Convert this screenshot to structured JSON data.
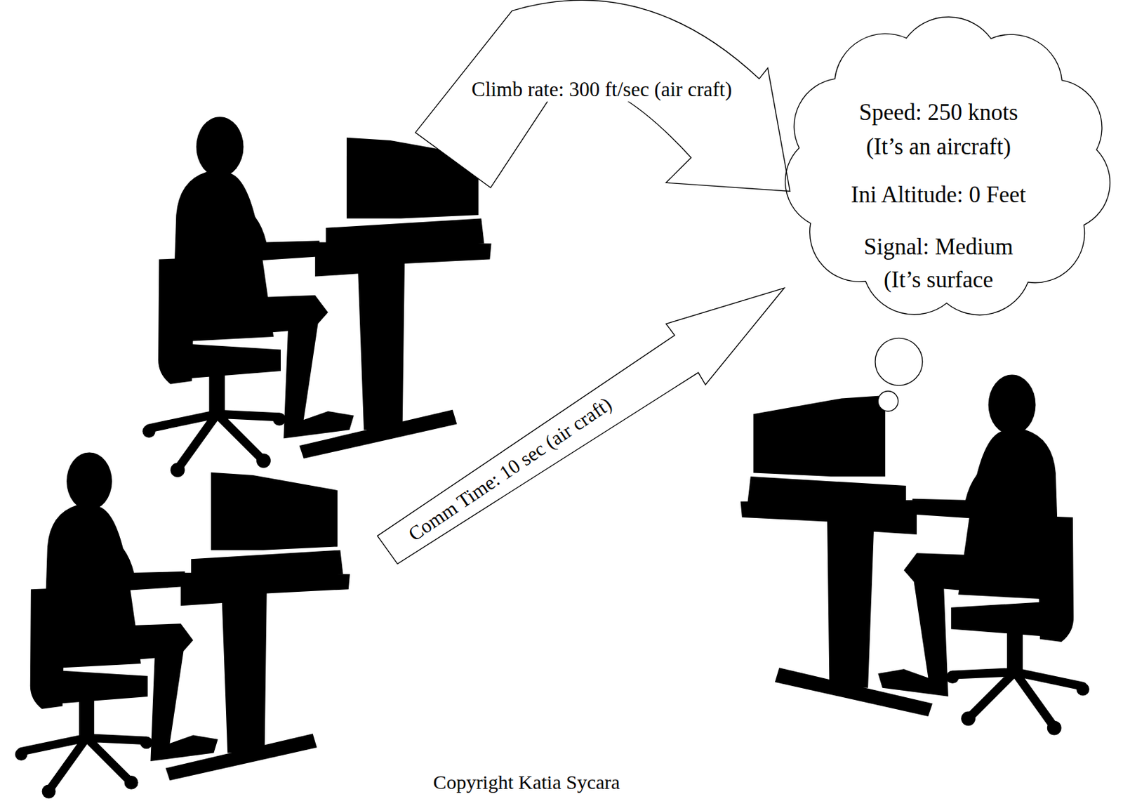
{
  "diagram": {
    "nodes": [
      {
        "text": [
          "Speed: 250 knots",
          "(It’s an aircraft)",
          "Ini Altitude: 0 Feet",
          "Signal: Medium",
          "(It’s surface"
        ]
      }
    ],
    "labels": [
      "Climb rate: 300 ft/sec (air craft)",
      "Comm Time: 10 sec (air craft)",
      "Copyright Katia Sycara"
    ]
  }
}
